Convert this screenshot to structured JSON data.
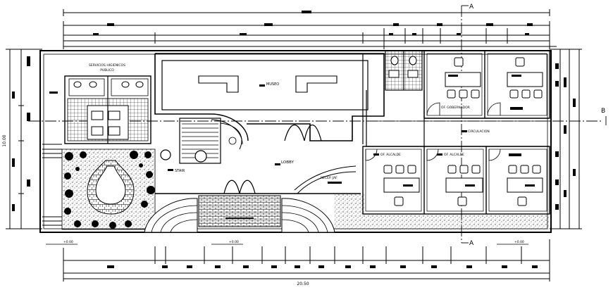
{
  "section_markers": [
    "A",
    "A",
    "B"
  ],
  "dimensions": {
    "total_width": "20.50",
    "total_height": "10.00",
    "levels": [
      "+0.00",
      "+0.00",
      "+0.00"
    ]
  },
  "rooms": {
    "servicios_line1": "SERVICIOS HIGIENICOS",
    "servicios_line2": "PUBLICO",
    "museo": "MUSEO",
    "lobby": "LOBBY",
    "escaleras": "STAIR",
    "recepcion": "RECEP. JAF",
    "of_gobernador": "OF. GOBERNADOR",
    "circulacion": "CIRCULACION",
    "alcalde_1": "OF. ALCALDE",
    "alcalde_2": "OF. ALCALDE"
  },
  "colors": {
    "line": "#000000",
    "background": "#ffffff"
  }
}
